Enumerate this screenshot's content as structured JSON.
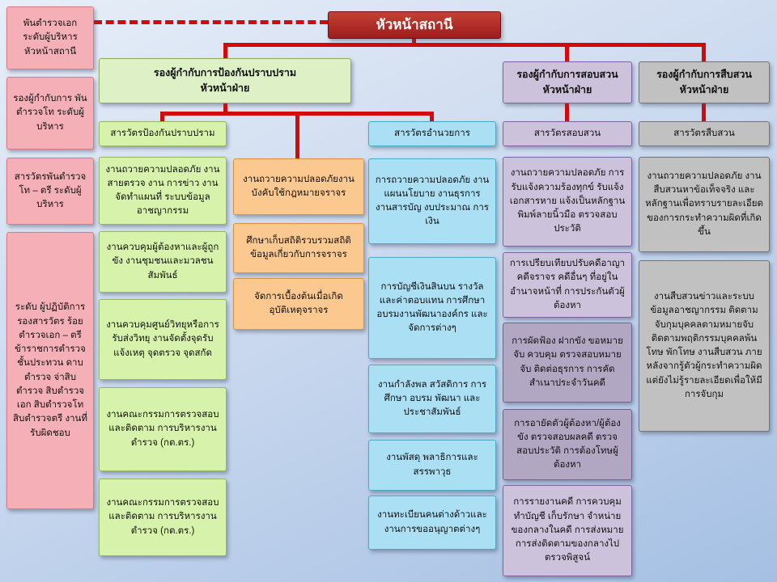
{
  "title": "หัวหน้าสถานี",
  "colors": {
    "background_top": "#e7eef8",
    "background_bottom": "#a5c0e3",
    "title_bg": "#9d1c1d",
    "connector_red": "#d20a0a",
    "pink": "#f4b0b6",
    "green": "#d7f2ab",
    "orange": "#fbc890",
    "blue": "#abdff4",
    "purple": "#cdc2db",
    "purple_dark": "#b2a7c3",
    "gray": "#c1c1c1"
  },
  "rank_column": {
    "box1": "พันตำรวจเอก ระดับผู้บริหาร หัวหน้าสถานี",
    "box2": "รองผู้กำกับการ พันตำรวจโท ระดับผู้บริหาร",
    "box3": "สารวัตรพันตำรวจโท – ตรี ระดับผู้บริหาร",
    "box4": "ระดับ ผู้ปฏิบัติการ รองสารวัตร ร้อยตำรวจเอก – ตรี ข้าราชการตำรวจ ชั้นประทวน ดาบตำรวจ จ่าสิบตำรวจ สิบตำรวจเอก สิบตำรวจโท สิบตำรวจตรี งานที่รับผิดชอบ"
  },
  "divisions": {
    "prevention": {
      "title": "รองผู้กำกับการป้องกันปราบปราม",
      "subtitle": "หัวหน้าฝ่าย",
      "chief": "สารวัตรป้องกันปราบปราม"
    },
    "admin": {
      "chief": "สารวัตรอำนวยการ"
    },
    "interrogation": {
      "title": "รองผู้กำกับการสอบสวน",
      "subtitle": "หัวหน้าฝ่าย",
      "chief": "สารวัตรสอบสวน"
    },
    "detective": {
      "title": "รองผู้กำกับการสืบสวน",
      "subtitle": "หัวหน้าฝ่าย",
      "chief": "สารวัตรสืบสวน"
    }
  },
  "prevention_tasks": [
    "งานถวายความปลอดภัย งานสายตรวจ งาน การข่าว งานจัดทำแผนที่ ระบบข้อมูลอาชญากรรม",
    "งานควบคุมผู้ต้องหาและผู้ถูกขัง งานชุมชนและมวลชนสัมพันธ์",
    "งานควบคุมศูนย์วิทยุหรือการรับส่งวิทยุ งานจัดตั้งจุดรับแจ้งเหตุ จุดตรวจ จุดสกัด",
    "งานคณะกรรมการตรวจสอบและติดตาม การบริหารงานตำรวจ (กต.ตร.)",
    "งานคณะกรรมการตรวจสอบและติดตาม การบริหารงานตำรวจ (กต.ตร.)"
  ],
  "traffic_tasks": [
    "งานถวายความปลอดภัยงานบังคับใช้กฎหมายจราจร",
    "ศึกษาเก็บสถิติรวบรวมสถิติข้อมูลเกี่ยวกับการจราจร",
    "จัดการเบื้องต้นเมื่อเกิดอุบัติเหตุจราจร"
  ],
  "admin_tasks": [
    "การถวายความปลอดภัย งานแผนนโยบาย งานธุรการ งานสารบัญ งบประมาณ การเงิน",
    "การบัญชีเงินสินบน รางวัล และค่าตอบแทน การศึกษาอบรมงานพัฒนาองค์กร และจัดการต่างๆ",
    "งานกำลังพล สวัสดิการ การศึกษา อบรม พัฒนา และประชาสัมพันธ์",
    "งานพัสดุ พลาธิการและสรรพาวุธ",
    "งานทะเบียนคนต่างด้าวและงานการขออนุญาตต่างๆ"
  ],
  "interrogation_tasks": [
    "งานถวายความปลอดภัย การรับแจ้งความร้องทุกข์ รับแจ้งเอกสารหาย แจ้งเป็นหลักฐาน พิมพ์ลายนิ้วมือ ตรวจสอบประวัติ",
    "การเปรียบเทียบปรับคดีอาญา คดีจราจร คดีอื่นๆ ที่อยู่ในอำนาจหน้าที่ การประกันตัวผู้ต้องหา",
    "การผัดฟ้อง ฝากขัง ขอหมายจับ ควบคุม ตรวจสอบหมายจับ ติดต่อธุรการ การคัดสำเนาประจำวันคดี",
    "การอายัดตัวผู้ต้องหา/ผู้ต้องขัง ตรวจสอบผลคดี ตรวจสอบประวัติ การต้องโทษผู้ต้องหา",
    "การรายงานคดี การควบคุมทำบัญชี เก็บรักษา จำหน่ายของกลางในคดี การส่งหมาย การส่งติดตามของกลางไปตรวจพิสูจน์"
  ],
  "detective_tasks": [
    "งานถวายความปลอดภัย งานสืบสวนหาข้อเท็จจริง และหลักฐานเพื่อทราบรายละเอียดของการกระทำความผิดที่เกิดขึ้น",
    "งานสืบสวนข่าวและระบบข้อมูลอาชญากรรม ติดตามจับกุมบุคคลตามหมายจับติดตามพฤติกรรมบุคคลพ้นโทษ พักโทษ งานสืบสวน ภายหลังจากรู้ตัวผู้กระทำความผิดแต่ยังไม่รู้รายละเอียดเพื่อให้มีการจับกุม"
  ]
}
